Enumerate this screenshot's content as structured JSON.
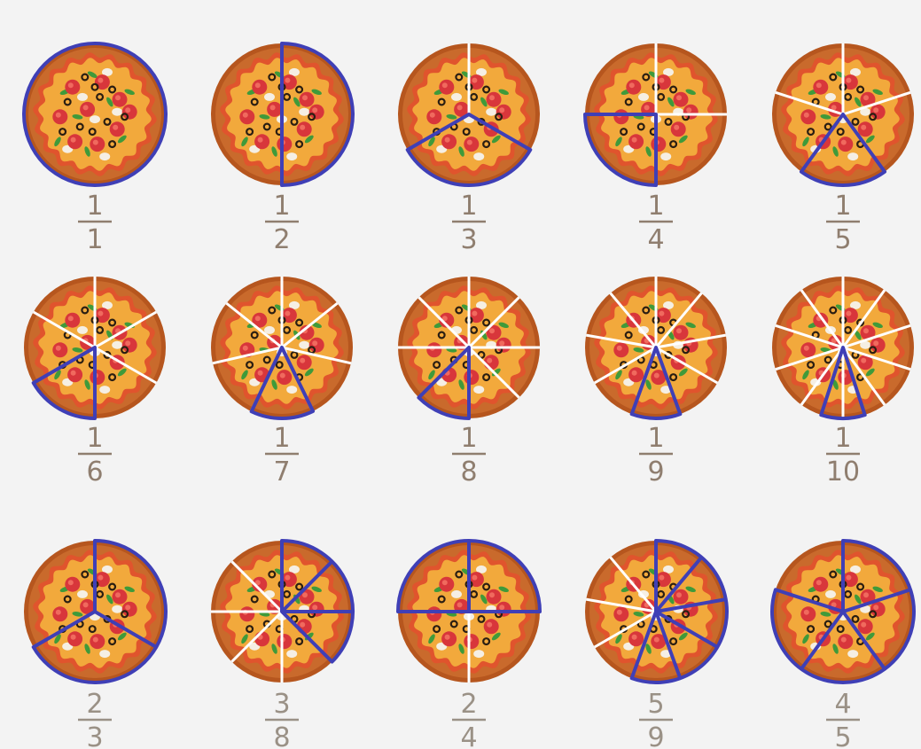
{
  "colors": {
    "background": "#f3f3f3",
    "crust": "#b6561e",
    "rim": "#c96a2c",
    "sauce": "#e0542d",
    "cheese": "#f2a93c",
    "pepperoni": "#d8363b",
    "olive": "#2a1e12",
    "basil": "#3f9a3a",
    "mushroom": "#f5efe4",
    "cut": "#ffffff",
    "highlight": "#3f3fb6",
    "label": "#8f7e6f"
  },
  "pizzas": [
    {
      "numerator": "1",
      "denominator": "1",
      "slices": 1,
      "outline": "full"
    },
    {
      "numerator": "1",
      "denominator": "2",
      "slices": 2,
      "outline": "one"
    },
    {
      "numerator": "1",
      "denominator": "3",
      "slices": 3,
      "outline": "one"
    },
    {
      "numerator": "1",
      "denominator": "4",
      "slices": 4,
      "outline": "one"
    },
    {
      "numerator": "1",
      "denominator": "5",
      "slices": 5,
      "outline": "one"
    },
    {
      "numerator": "1",
      "denominator": "6",
      "slices": 6,
      "outline": "one"
    },
    {
      "numerator": "1",
      "denominator": "7",
      "slices": 7,
      "outline": "one"
    },
    {
      "numerator": "1",
      "denominator": "8",
      "slices": 8,
      "outline": "one"
    },
    {
      "numerator": "1",
      "denominator": "9",
      "slices": 9,
      "outline": "one"
    },
    {
      "numerator": "1",
      "denominator": "10",
      "slices": 10,
      "outline": "one"
    },
    {
      "numerator": "2",
      "denominator": "3",
      "slices": 3,
      "outline": "many",
      "highlighted": 2
    },
    {
      "numerator": "3",
      "denominator": "8",
      "slices": 8,
      "outline": "many",
      "highlighted": 3
    },
    {
      "numerator": "2",
      "denominator": "4",
      "slices": 4,
      "outline": "many",
      "highlighted": 2
    },
    {
      "numerator": "5",
      "denominator": "9",
      "slices": 9,
      "outline": "many",
      "highlighted": 5
    },
    {
      "numerator": "4",
      "denominator": "5",
      "slices": 5,
      "outline": "many",
      "highlighted": 4
    }
  ]
}
